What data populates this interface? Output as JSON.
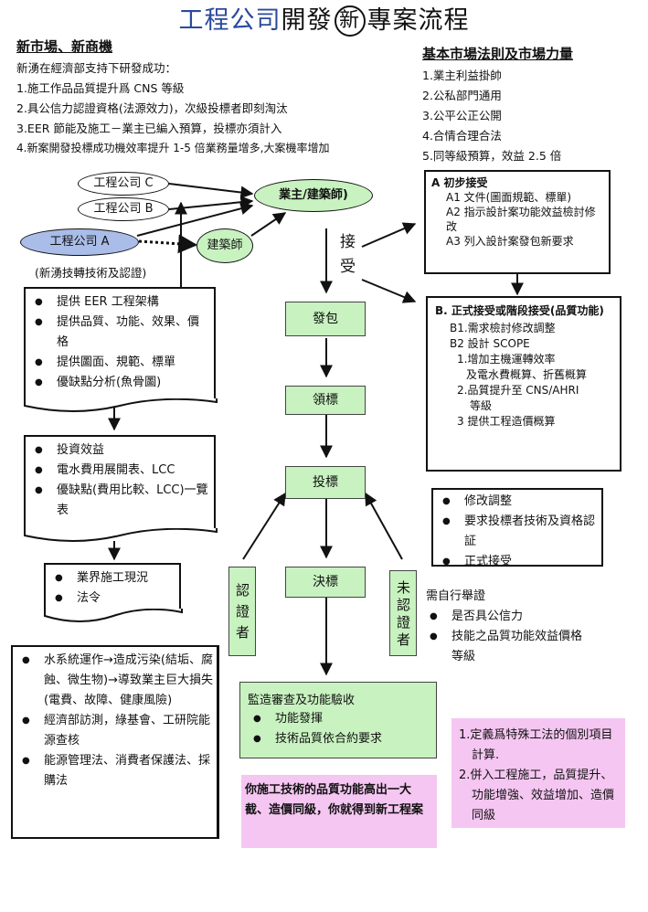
{
  "title": {
    "part1": "工程公司",
    "part2": "開發",
    "circled": "新",
    "part3": "專案流程"
  },
  "left_header": {
    "heading": "新市場、新商機",
    "intro": "新湧在經濟部支持下研發成功：",
    "items": [
      "1.施工作品品質提升爲 CNS 等級",
      "2.具公信力認證資格(法源效力)，次級投標者即刻淘汰",
      "3.EER 節能及施工－業主已編入預算，投標亦須計入",
      "4.新案開發投標成功機效率提升 1-5 倍業務量增多,大案機率增加"
    ]
  },
  "right_header": {
    "heading": "基本市場法則及市場力量",
    "items": [
      "1.業主利益掛帥",
      "2.公私部門通用",
      "3.公平公正公開",
      "4.合情合理合法",
      "5.同等級預算，效益 2.5 倍"
    ]
  },
  "companies": {
    "c": "工程公司 C",
    "b": "工程公司 B",
    "a": "工程公司 A",
    "a_note": "(新湧技轉技術及認證)"
  },
  "owner": "業主/建築師)",
  "architect": "建築師",
  "accept": "接受",
  "box_a": {
    "title": "A  初步接受",
    "items": [
      "A1  文件(圖面規範、標單)",
      "A2  指示設計案功能效益檢討修改",
      "A3  列入設計案發包新要求"
    ]
  },
  "box_b": {
    "title": "B.  正式接受或階段接受(品質功能)",
    "lines": [
      "B1.需求檢討修改調整",
      "B2  設計 SCOPE",
      "1.增加主機運轉效率",
      "及電水費概算、折舊概算",
      "2.品質提升至 CNS/AHRI",
      "等級",
      "3  提供工程造價概算"
    ]
  },
  "revise_box": {
    "items": [
      "修改調整",
      "要求投標者技術及資格認証",
      "正式接受"
    ]
  },
  "left_doc1": {
    "items": [
      "提供 EER 工程架構",
      "提供品質、功能、效果、價格",
      "提供圖面、規範、標單",
      "優缺點分析(魚骨圖)"
    ]
  },
  "left_doc2": {
    "items": [
      "投資效益",
      "電水費用展開表、LCC",
      "優缺點(費用比較、LCC)一覽表"
    ]
  },
  "left_doc3": {
    "items": [
      "業界施工現況",
      "法令"
    ]
  },
  "left_box4": {
    "items": [
      "水系統運作→造成污染(結垢、腐蝕、微生物)→導致業主巨大損失(電費、故障、健康風險)",
      "經濟部訪測，綠基會、工研院能源查核",
      "能源管理法、消費者保護法、採購法"
    ]
  },
  "flow": {
    "step1": "發包",
    "step2": "領標",
    "step3": "投標",
    "step4": "決標",
    "certified": "認證者",
    "uncertified": "未認證者"
  },
  "self_cert": {
    "heading": "需自行舉證",
    "items": [
      "是否具公信力",
      "技能之品質功能效益價格等級"
    ]
  },
  "supervision": {
    "title": "監造審查及功能驗收",
    "items": [
      "功能發揮",
      "技術品質依合約要求"
    ]
  },
  "conclusion": "你施工技術的品質功能高出一大截、造價同級，你就得到新工程案",
  "pink_right": {
    "items": [
      "1.定義爲特殊工法的個別項目計算.",
      "2.併入工程施工，品質提升、功能增強、效益增加、造價同級"
    ]
  },
  "colors": {
    "green_fill": "#c8f2c0",
    "blue_fill": "#a9bde8",
    "pink_fill": "#f5c6f2",
    "title_blue": "#2a4a9c"
  }
}
